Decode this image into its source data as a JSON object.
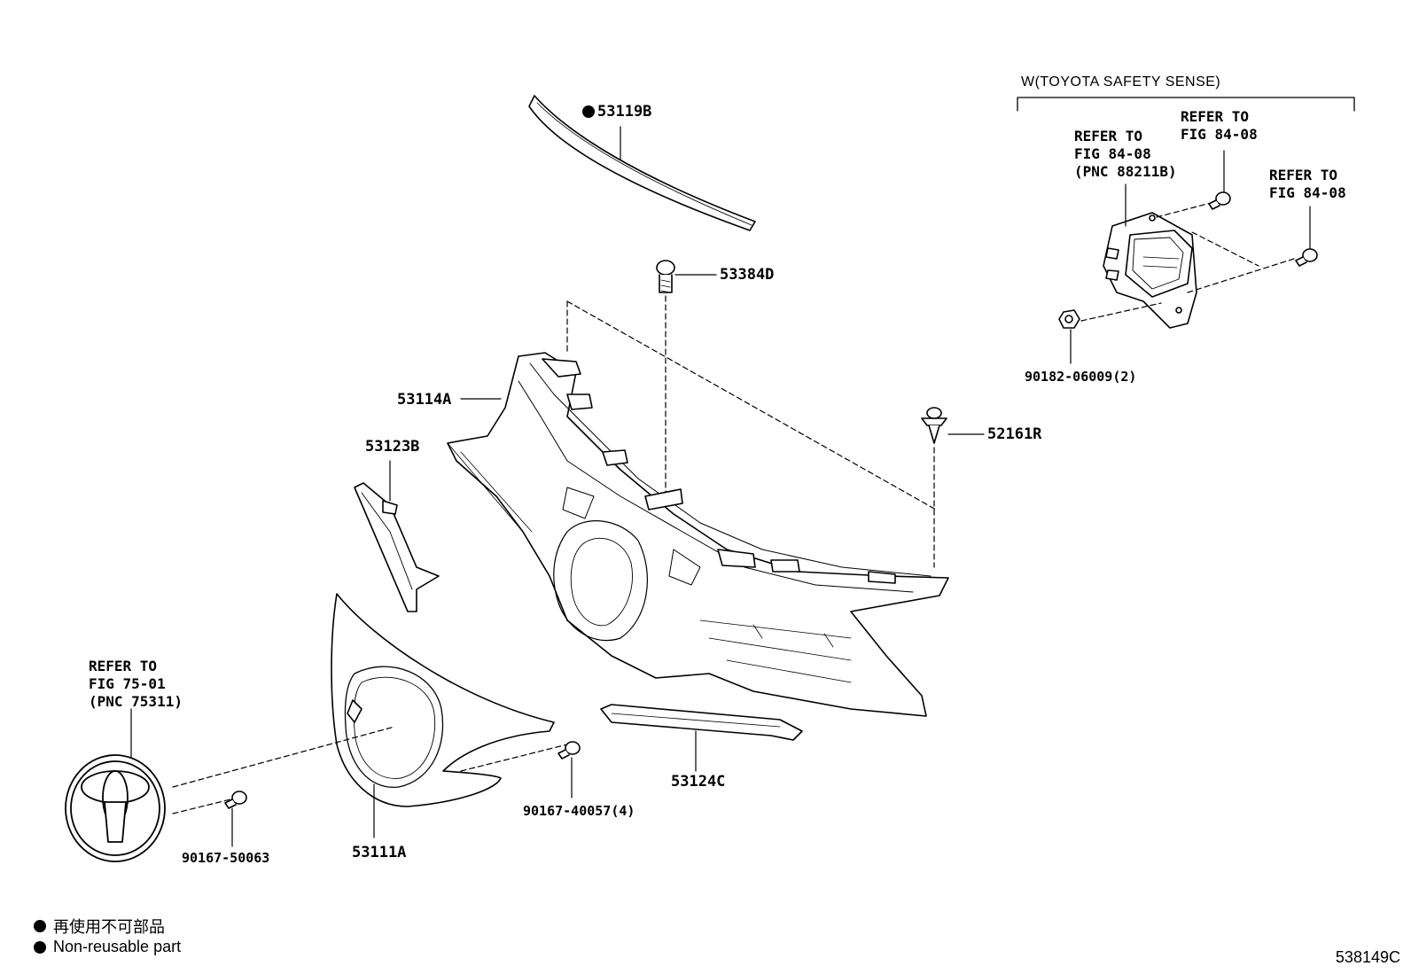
{
  "callouts": {
    "p53119B": "53119B",
    "p53384D": "53384D",
    "p53114A": "53114A",
    "p53123B": "53123B",
    "p52161R": "52161R",
    "p53111A": "53111A",
    "p53124C": "53124C",
    "p9016740057": "90167-40057(4)",
    "p9016750063": "90167-50063",
    "p9018206009": "90182-06009(2)"
  },
  "variant_bracket": "W(TOYOTA SAFETY SENSE)",
  "refs": {
    "sensor_main": [
      "REFER TO",
      "FIG 84-08",
      "(PNC 88211B)"
    ],
    "sensor_top": [
      "REFER TO",
      "FIG 84-08"
    ],
    "sensor_right": [
      "REFER TO",
      "FIG 84-08"
    ],
    "emblem": [
      "REFER TO",
      "FIG 75-01",
      "(PNC 75311)"
    ]
  },
  "legend": {
    "jp": "再使用不可部品",
    "en": "Non-reusable part"
  },
  "figure_id": "538149C"
}
